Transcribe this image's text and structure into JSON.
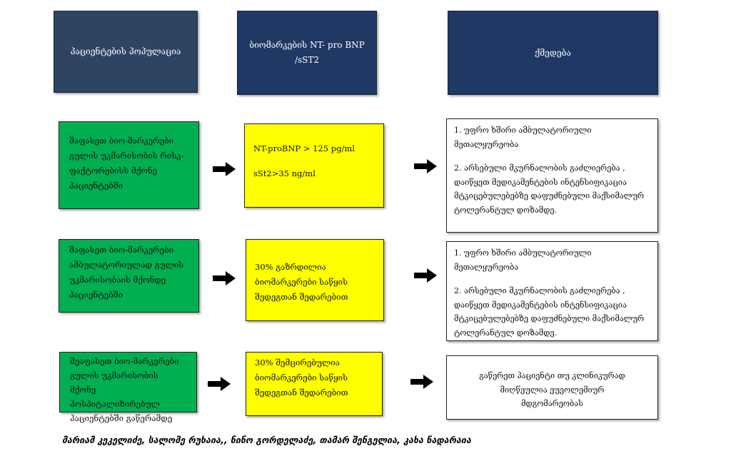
{
  "headers": [
    "პაციენტების პოპულაცია",
    "ბიომარკების  NT- pro BNP /sST2",
    "ქმედება"
  ],
  "colors": {
    "header1": "#2f4463",
    "header2": "#1f3864",
    "green": "#00b050",
    "yellow": "#ffff00"
  },
  "rows": [
    {
      "population": "შაფასეთ ბიო-მარკერები გულის უკმარისობის რისკ-ფაქტორებისს მქონე პაციენტებში",
      "biomarker_lines": [
        "NT-proBNP > 125 pg/ml",
        "sSt2>35 ng/ml"
      ],
      "action_lines": [
        "1. უფრო ხშირი ამბულატორიული მეთალყურეობა",
        "2. არსებული მკურნალობის გაძლიერება  , დაიწყეთ მედიკამენტების ინტენსიფიკაცია მტკიცებულებებზე დაფუძნებული მაქსიმალურ ტოლერანტულ დოზამდე."
      ]
    },
    {
      "population": "შაფასეთ ბიო-მარკერები ამბულატორიულად გულის უკმარისობაის მქონდე პაციენტებში",
      "biomarker_lines": [
        "30% გაზრდილია ბიომარკერები საწყის შედეგთან შედარებით"
      ],
      "action_lines": [
        "1. უფრო ხშირი ამბულატორიული მეთალყურეობა",
        "2. არსებული მკურნალობის გაძლიერება  , დაიწყეთ მედიკამენტების ინტენსიფიკაცია მტკიცებულებებზე დაფუძნებული მაქსიმალურ ტოლერანტულ დოზამდე."
      ]
    },
    {
      "population": "შეაფასეთ ბიო-მარკერები გულის უკმარისობის  მქონე ჰოსპიტალიზირებულ პაციენტებში გაწერამდე",
      "biomarker_lines": [
        "30%  შემცირებულია ბიომარკერები საწყის შედეგთან შედარებით"
      ],
      "action_lines": [
        "გაწერეთ პაციენტი თუ კლინიკურად მიღწეულია ეუვოლემიურ მდგომარეობას"
      ]
    }
  ],
  "footer": "მარიამ კეკელიძე, სალომე რუხაია,, ნინო გორდელაძე, თამარ შენგელია, კახა ნადარაია"
}
